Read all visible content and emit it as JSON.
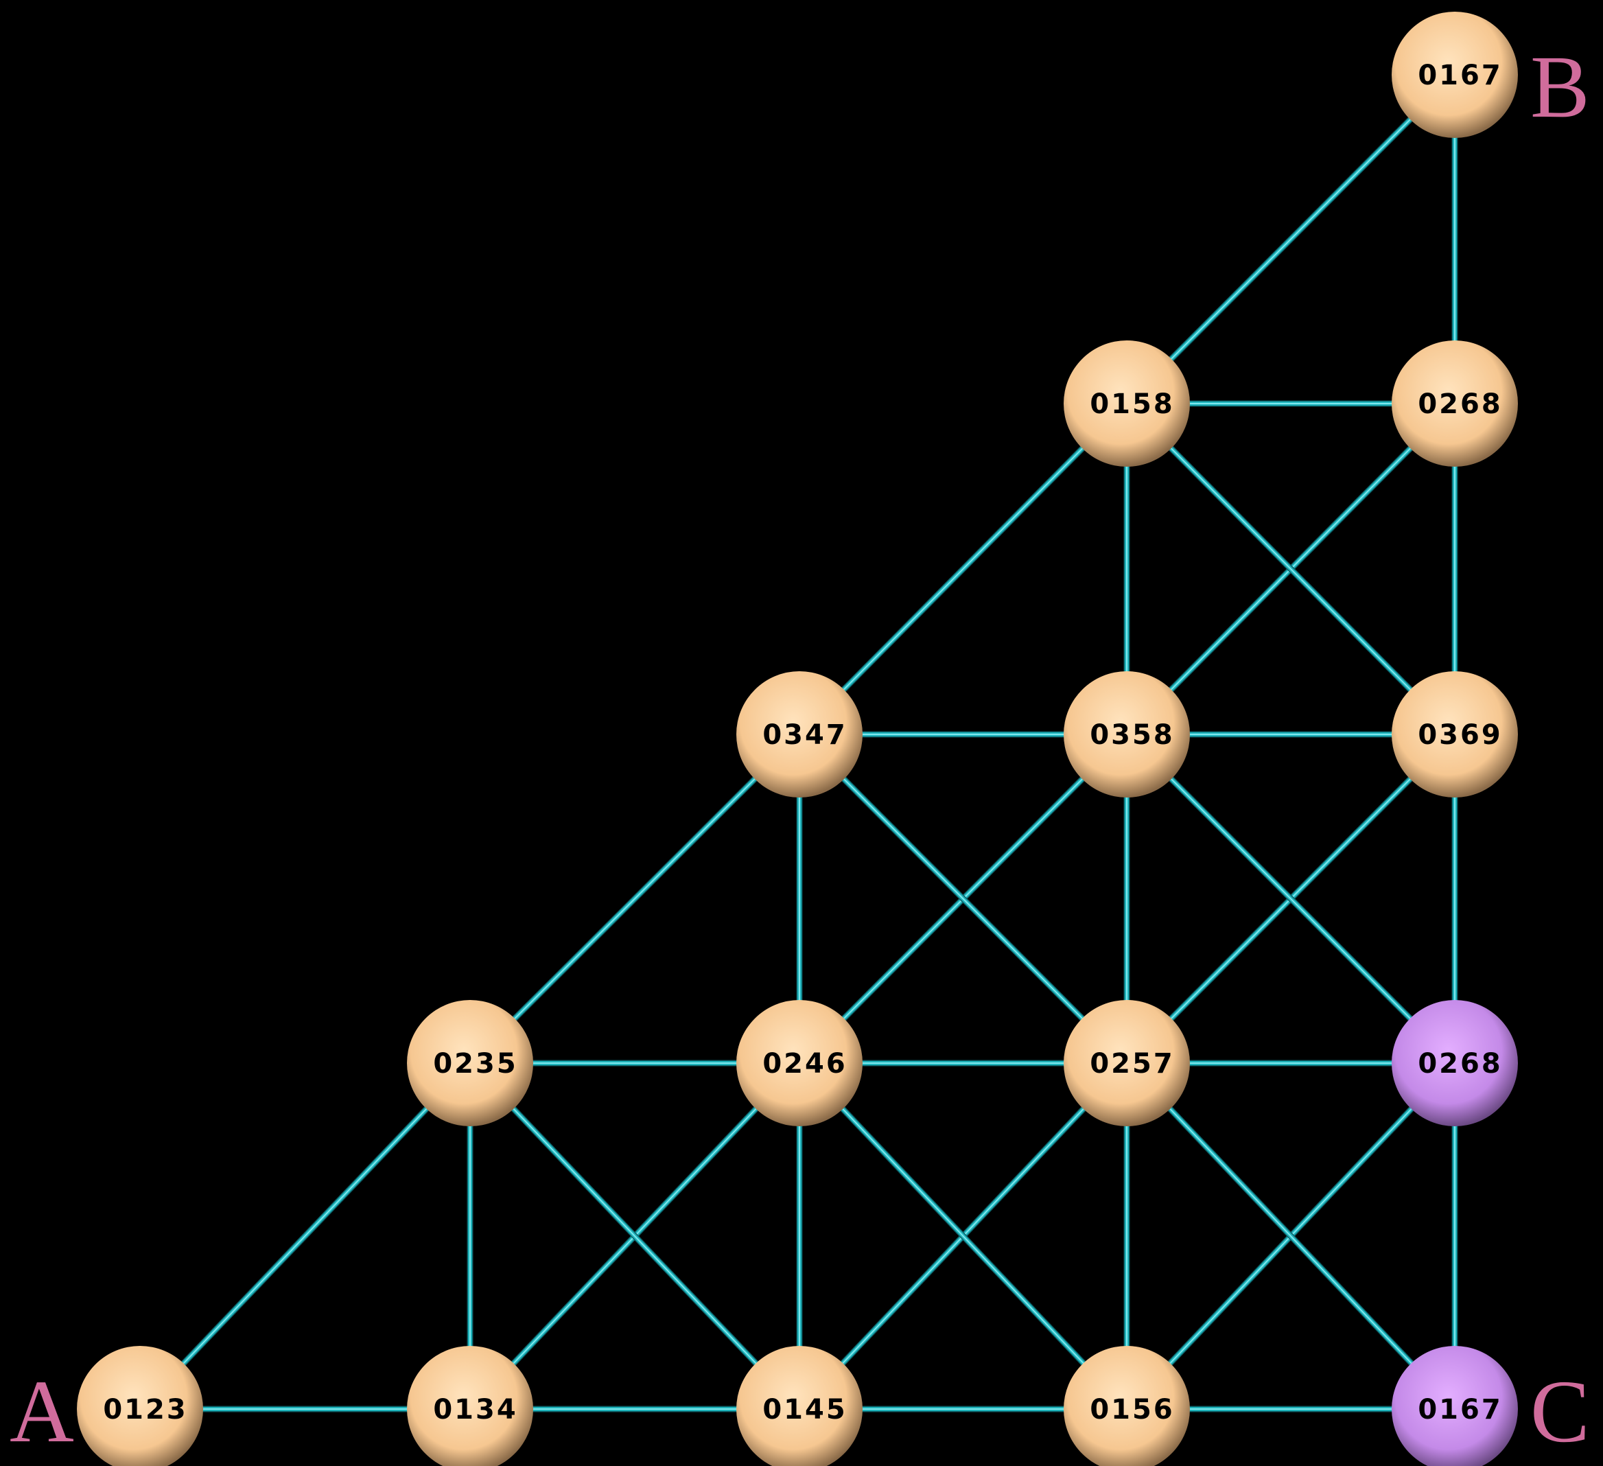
{
  "colors": {
    "background": "#000000",
    "edge": "#1fb5bd",
    "node": "#fdcf9c",
    "node_highlight": "#d69cf5",
    "corner_label": "#d06c9c"
  },
  "corner_labels": {
    "A": "A",
    "B": "B",
    "C": "C"
  },
  "nodes": [
    {
      "id": "n0123",
      "label": "0123",
      "row": 0,
      "col": 0,
      "kind": "node"
    },
    {
      "id": "n0134",
      "label": "0134",
      "row": 0,
      "col": 1,
      "kind": "node"
    },
    {
      "id": "n0145",
      "label": "0145",
      "row": 0,
      "col": 2,
      "kind": "node"
    },
    {
      "id": "n0156",
      "label": "0156",
      "row": 0,
      "col": 3,
      "kind": "node"
    },
    {
      "id": "n0167c",
      "label": "0167",
      "row": 0,
      "col": 4,
      "kind": "node_highlight"
    },
    {
      "id": "n0235",
      "label": "0235",
      "row": 1,
      "col": 1,
      "kind": "node"
    },
    {
      "id": "n0246",
      "label": "0246",
      "row": 1,
      "col": 2,
      "kind": "node"
    },
    {
      "id": "n0257",
      "label": "0257",
      "row": 1,
      "col": 3,
      "kind": "node"
    },
    {
      "id": "n0268c",
      "label": "0268",
      "row": 1,
      "col": 4,
      "kind": "node_highlight"
    },
    {
      "id": "n0347",
      "label": "0347",
      "row": 2,
      "col": 2,
      "kind": "node"
    },
    {
      "id": "n0358",
      "label": "0358",
      "row": 2,
      "col": 3,
      "kind": "node"
    },
    {
      "id": "n0369",
      "label": "0369",
      "row": 2,
      "col": 4,
      "kind": "node"
    },
    {
      "id": "n0158",
      "label": "0158",
      "row": 3,
      "col": 3,
      "kind": "node"
    },
    {
      "id": "n0268b",
      "label": "0268",
      "row": 3,
      "col": 4,
      "kind": "node"
    },
    {
      "id": "n0167b",
      "label": "0167",
      "row": 4,
      "col": 4,
      "kind": "node"
    }
  ],
  "edges": [
    [
      "n0123",
      "n0134"
    ],
    [
      "n0134",
      "n0145"
    ],
    [
      "n0145",
      "n0156"
    ],
    [
      "n0156",
      "n0167c"
    ],
    [
      "n0235",
      "n0246"
    ],
    [
      "n0246",
      "n0257"
    ],
    [
      "n0257",
      "n0268c"
    ],
    [
      "n0347",
      "n0358"
    ],
    [
      "n0358",
      "n0369"
    ],
    [
      "n0158",
      "n0268b"
    ],
    [
      "n0134",
      "n0235"
    ],
    [
      "n0145",
      "n0246"
    ],
    [
      "n0246",
      "n0347"
    ],
    [
      "n0156",
      "n0257"
    ],
    [
      "n0257",
      "n0358"
    ],
    [
      "n0358",
      "n0158"
    ],
    [
      "n0167c",
      "n0268c"
    ],
    [
      "n0268c",
      "n0369"
    ],
    [
      "n0369",
      "n0268b"
    ],
    [
      "n0268b",
      "n0167b"
    ],
    [
      "n0123",
      "n0235"
    ],
    [
      "n0235",
      "n0347"
    ],
    [
      "n0347",
      "n0158"
    ],
    [
      "n0158",
      "n0167b"
    ],
    [
      "n0134",
      "n0246"
    ],
    [
      "n0246",
      "n0358"
    ],
    [
      "n0358",
      "n0268b"
    ],
    [
      "n0145",
      "n0257"
    ],
    [
      "n0257",
      "n0369"
    ],
    [
      "n0156",
      "n0268c"
    ],
    [
      "n0235",
      "n0145"
    ],
    [
      "n0246",
      "n0156"
    ],
    [
      "n0257",
      "n0167c"
    ],
    [
      "n0347",
      "n0257"
    ],
    [
      "n0358",
      "n0268c"
    ],
    [
      "n0158",
      "n0369"
    ]
  ]
}
